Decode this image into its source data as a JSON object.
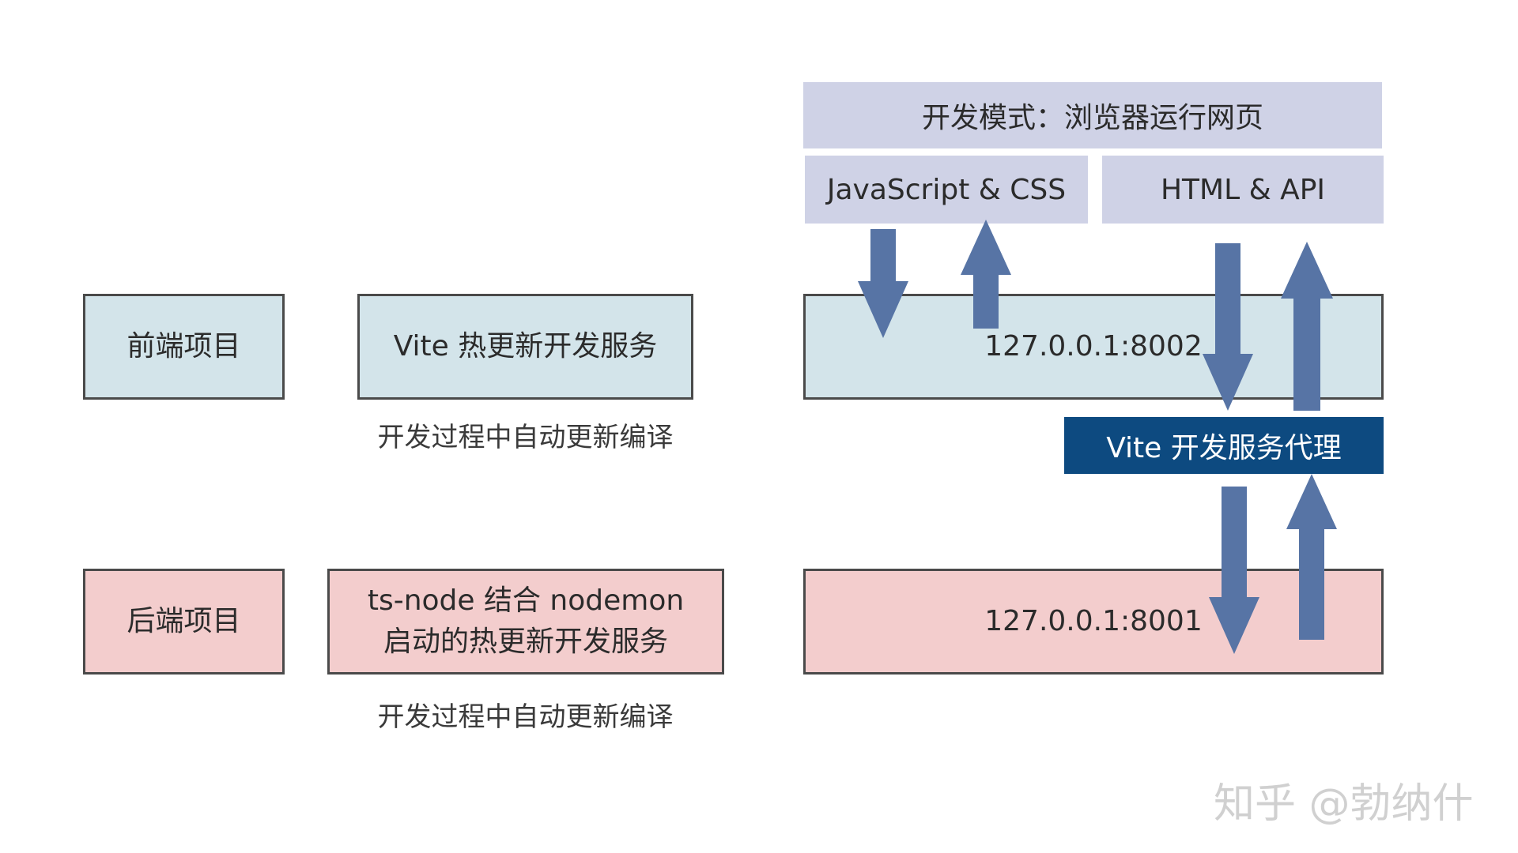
{
  "browser": {
    "title": "开发模式：浏览器运行网页",
    "js_css": "JavaScript & CSS",
    "html_api": "HTML & API"
  },
  "frontend": {
    "project": "前端项目",
    "service": "Vite 热更新开发服务",
    "note": "开发过程中自动更新编译",
    "address": "127.0.0.1:8002"
  },
  "proxy": {
    "label": "Vite 开发服务代理"
  },
  "backend": {
    "project": "后端项目",
    "service_line1": "ts-node 结合 nodemon",
    "service_line2": "启动的热更新开发服务",
    "note": "开发过程中自动更新编译",
    "address": "127.0.0.1:8001"
  },
  "watermark": "知乎 @勃纳什",
  "colors": {
    "frontend_fill": "#d3e4ea",
    "backend_fill": "#f3cdcd",
    "browser_fill": "#cfd2e6",
    "proxy_fill": "#0d4a80",
    "arrow_fill": "#5774a5"
  }
}
